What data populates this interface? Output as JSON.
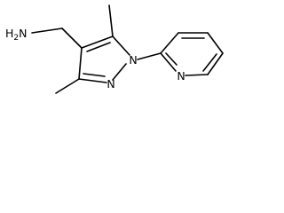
{
  "molecule": {
    "atoms": {
      "amine": {
        "symbol": "H",
        "subscript": "2",
        "suffix": "N"
      },
      "pyrazole_n1": {
        "symbol": "N"
      },
      "pyrazole_n2": {
        "symbol": "N"
      },
      "pyridine_n": {
        "symbol": "N"
      }
    }
  },
  "colors": {
    "bond": "#000000",
    "background": "#ffffff"
  }
}
